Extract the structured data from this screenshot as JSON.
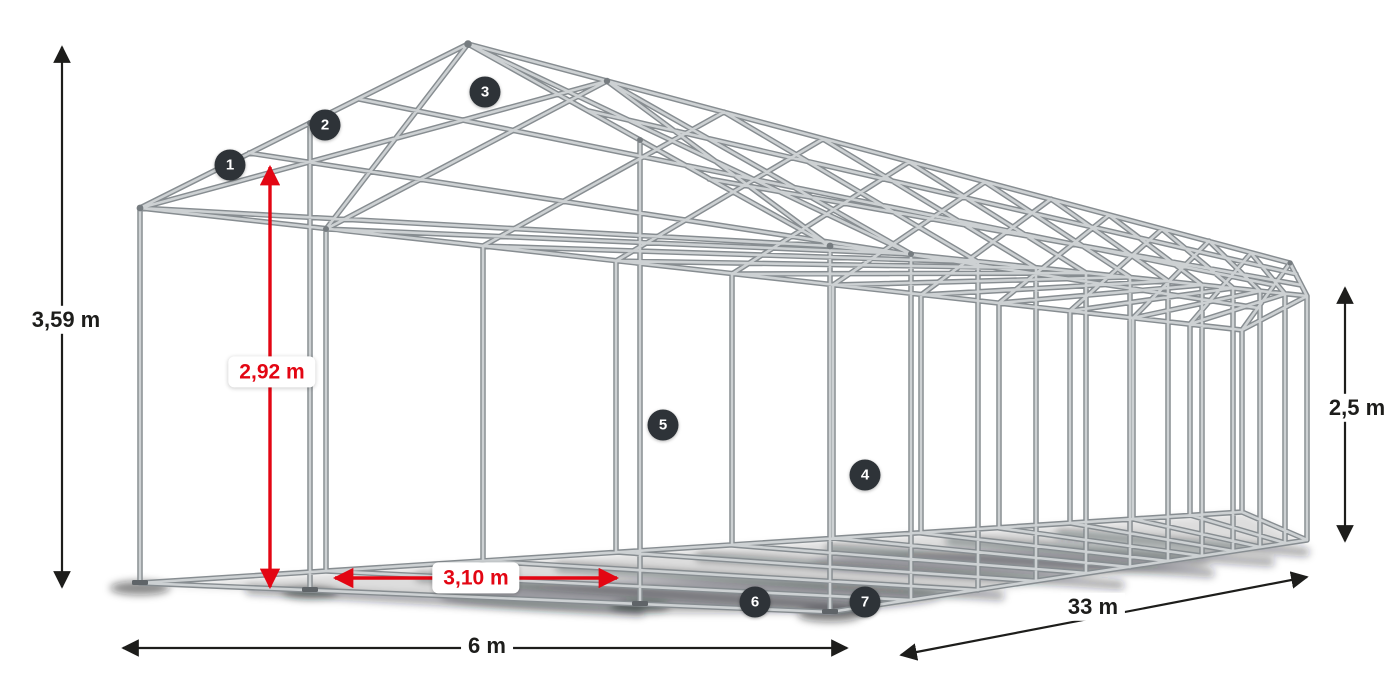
{
  "dimensions": {
    "total_height": "3,59 m",
    "entrance_height": "2,92 m",
    "entrance_width": "3,10 m",
    "side_height": "2,5 m",
    "width": "6 m",
    "length": "33 m"
  },
  "markers": [
    "1",
    "2",
    "3",
    "4",
    "5",
    "6",
    "7"
  ],
  "colors": {
    "accent_red": "#e30613",
    "dimension_black": "#1d1d1b",
    "marker_background": "#2e3338",
    "marker_text": "#ffffff",
    "frame_tube_light": "#cdd1d3",
    "frame_tube_outline": "#878d91",
    "shadow": "#1a1f23",
    "background": "#ffffff"
  }
}
